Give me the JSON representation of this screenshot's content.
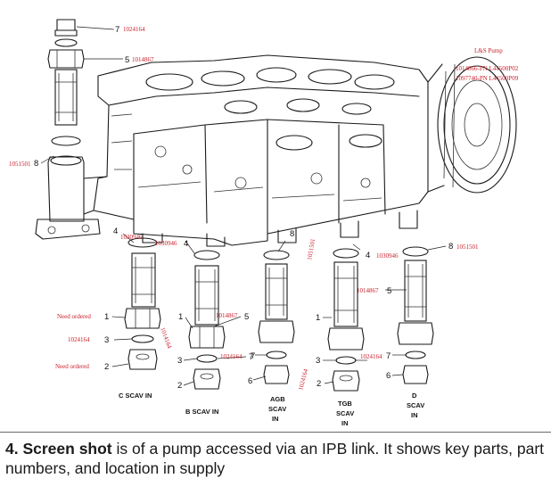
{
  "figure": {
    "pump_title": "L&S Pump",
    "pump_pn_1": "1014866-PN L44500P02",
    "pump_pn_2": "1097740-PN L44500P09",
    "top_labels": [
      {
        "num": "7",
        "pn": "1024164"
      },
      {
        "num": "5",
        "pn": "1014867"
      },
      {
        "num": "8",
        "pn": "1051501"
      }
    ],
    "mid_labels": {
      "c_4": "4",
      "c_pn": "1030946",
      "b_pn": "1030946",
      "b_4": "4",
      "agb_8": "8",
      "agb_pn": "1051501",
      "tgb_4": "4",
      "tgb_pn": "1030946",
      "d_8": "8",
      "d_pn": "1051501"
    },
    "lower_labels": {
      "need_ordered_1": "Need ordered",
      "c_1": "1",
      "c_3_pn": "1024164",
      "c_3": "3",
      "c_diag_pn": "1014164",
      "need_ordered_2": "Need ordered",
      "c_2": "2",
      "b_1": "1",
      "b_5_pn": "1014867",
      "b_5": "5",
      "b_3": "3",
      "b_7_pn": "1024164",
      "b_7": "7",
      "b_2": "2",
      "agb_7": "7",
      "agb_6": "6",
      "agb_diag_pn": "1024164",
      "tgb_1": "1",
      "tgb_3": "3",
      "tgb_3_pn": "1024164",
      "tgb_2": "2",
      "d_5_pn": "1014867",
      "d_5": "5",
      "d_7": "7",
      "d_6": "6"
    },
    "bottom_labels": {
      "c": [
        "C SCAV IN"
      ],
      "b": [
        "B SCAV IN"
      ],
      "agb": [
        "AGB",
        "SCAV",
        "IN"
      ],
      "tgb": [
        "TGB",
        "SCAV",
        "IN"
      ],
      "d": [
        "D",
        "SCAV",
        "IN"
      ]
    },
    "colors": {
      "part_number_red": "#c8202b",
      "ink": "#1a1a1a"
    }
  },
  "caption": {
    "lead": "4. Screen shot",
    "text": " is of a pump accessed via an IPB link. It shows key parts, part numbers, and location in supply"
  }
}
